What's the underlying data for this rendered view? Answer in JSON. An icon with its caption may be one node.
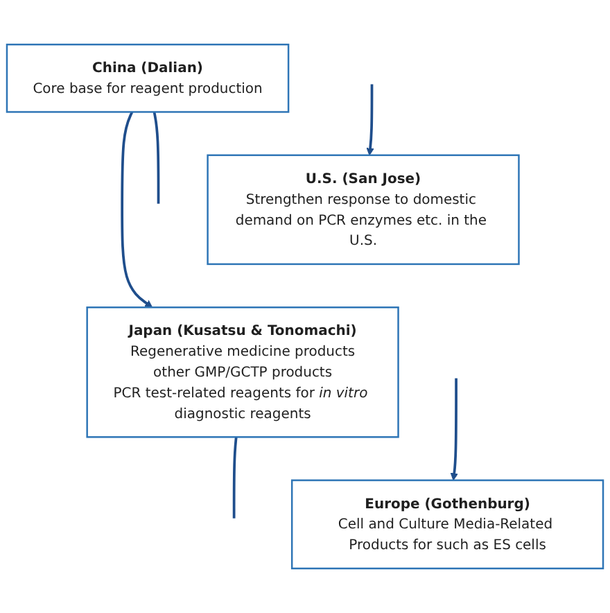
{
  "diagram": {
    "nodes": [
      {
        "text": [
          "China (Dalian)",
          "Core base for reagent production"
        ]
      },
      {
        "text": [
          "U.S. (San Jose)",
          "Strengthen response to domestic demand on PCR enzymes etc. in the U.S."
        ]
      },
      {
        "text": [
          "Japan (Kusatsu & Tonomachi)",
          "Regenerative medicine products",
          "other GMP/GCTP products",
          "PCR test-related reagents for *in vitro* diagnostic reagents"
        ]
      },
      {
        "text": [
          "Europe (Gothenburg)",
          "Cell and Culture Media-Related Products for such as ES cells"
        ]
      }
    ],
    "edges": [
      {
        "from": 0,
        "to": 2,
        "arrow": "to"
      },
      {
        "from": 0,
        "to": null,
        "arrow": "none"
      },
      {
        "from": null,
        "to": 1,
        "arrow": "to"
      },
      {
        "from": 2,
        "to": null,
        "arrow": "none"
      },
      {
        "from": null,
        "to": 3,
        "arrow": "to"
      }
    ]
  }
}
